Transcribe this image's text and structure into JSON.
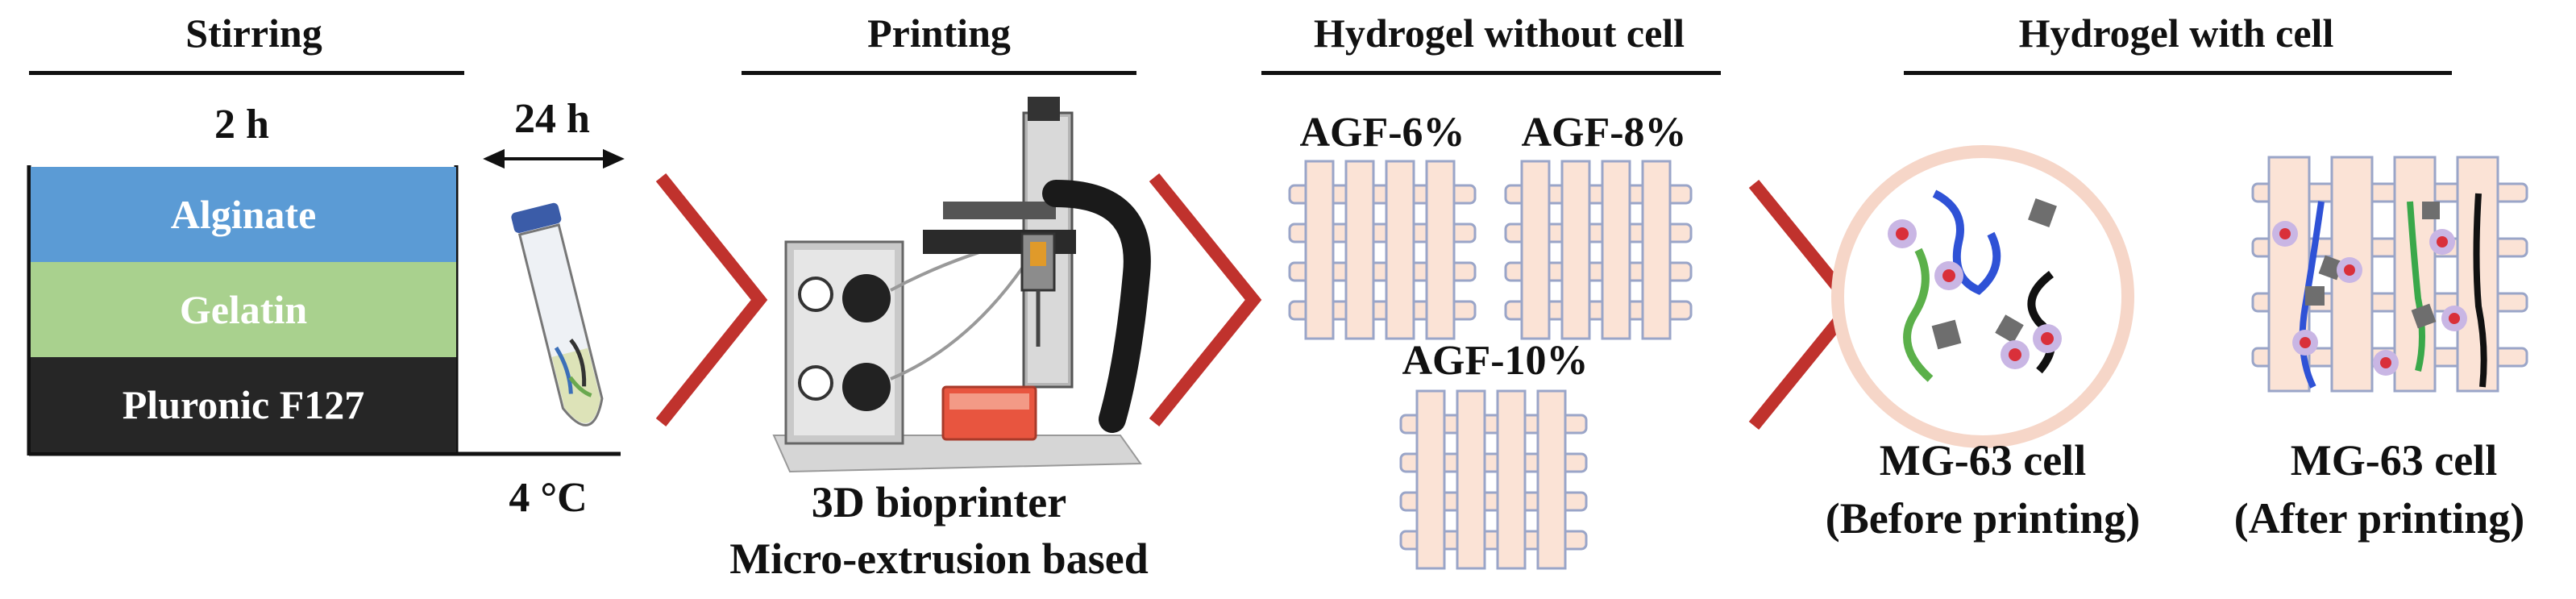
{
  "stirring": {
    "title": "Stirring",
    "time_short": "2 h",
    "time_long": "24 h",
    "temperature": "4 °C",
    "layers": [
      {
        "label": "Alginate",
        "color": "#5b9bd5"
      },
      {
        "label": "Gelatin",
        "color": "#a9d18e"
      },
      {
        "label": "Pluronic F127",
        "color": "#262626"
      }
    ]
  },
  "printing": {
    "title": "Printing",
    "caption_line1": "3D bioprinter",
    "caption_line2": "Micro-extrusion based"
  },
  "hydrogel_without_cell": {
    "title": "Hydrogel without cell",
    "samples": [
      "AGF-6%",
      "AGF-8%",
      "AGF-10%"
    ]
  },
  "hydrogel_with_cell": {
    "title": "Hydrogel with cell",
    "before_line1": "MG-63 cell",
    "before_line2": "(Before printing)",
    "after_line1": "MG-63 cell",
    "after_line2": "(After printing)"
  },
  "colors": {
    "arrow": "#c0322d",
    "scaffold_fill": "#fbe3d6",
    "scaffold_stroke": "#9aa5c8",
    "cell_outer": "#c9b6e4",
    "cell_inner": "#d9303a"
  }
}
